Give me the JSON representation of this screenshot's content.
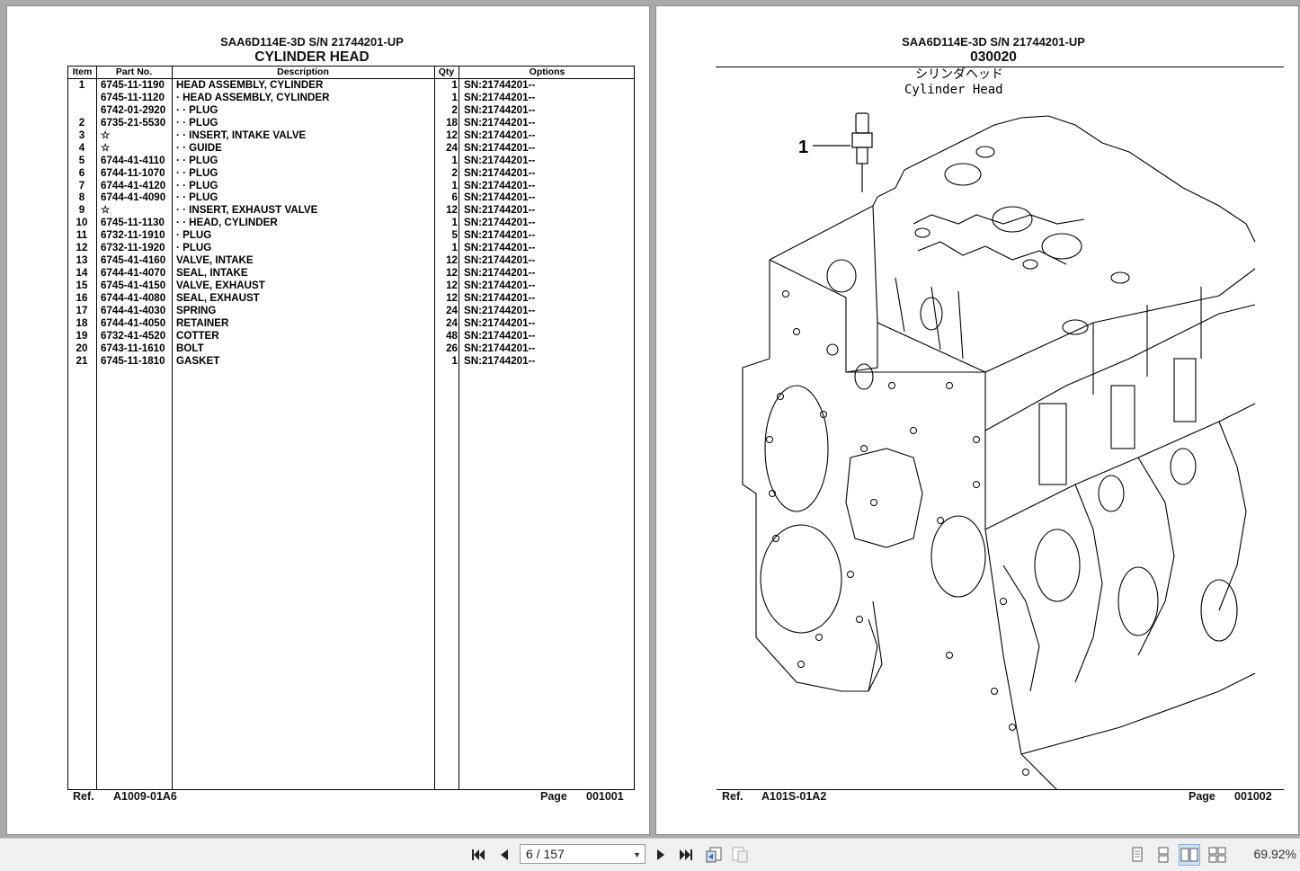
{
  "left_page": {
    "model": "SAA6D114E-3D S/N 21744201-UP",
    "title": "CYLINDER HEAD",
    "columns": [
      "Item",
      "Part No.",
      "Description",
      "Qty",
      "Options"
    ],
    "rows": [
      {
        "item": "1",
        "part": "6745-11-1190",
        "desc": "HEAD ASSEMBLY, CYLINDER",
        "qty": "1",
        "opt": "SN:21744201--"
      },
      {
        "item": "",
        "part": "6745-11-1120",
        "desc": "· HEAD ASSEMBLY, CYLINDER",
        "qty": "1",
        "opt": "SN:21744201--"
      },
      {
        "item": "",
        "part": "6742-01-2920",
        "desc": "· · PLUG",
        "qty": "2",
        "opt": "SN:21744201--"
      },
      {
        "item": "2",
        "part": "6735-21-5530",
        "desc": "· · PLUG",
        "qty": "18",
        "opt": "SN:21744201--"
      },
      {
        "item": "3",
        "part": "☆",
        "desc": "· · INSERT, INTAKE VALVE",
        "qty": "12",
        "opt": "SN:21744201--"
      },
      {
        "item": "4",
        "part": "☆",
        "desc": "· · GUIDE",
        "qty": "24",
        "opt": "SN:21744201--"
      },
      {
        "item": "5",
        "part": "6744-41-4110",
        "desc": "· · PLUG",
        "qty": "1",
        "opt": "SN:21744201--"
      },
      {
        "item": "6",
        "part": "6744-11-1070",
        "desc": "· · PLUG",
        "qty": "2",
        "opt": "SN:21744201--"
      },
      {
        "item": "7",
        "part": "6744-41-4120",
        "desc": "· · PLUG",
        "qty": "1",
        "opt": "SN:21744201--"
      },
      {
        "item": "8",
        "part": "6744-41-4090",
        "desc": "· · PLUG",
        "qty": "6",
        "opt": "SN:21744201--"
      },
      {
        "item": "9",
        "part": "☆",
        "desc": "· · INSERT, EXHAUST VALVE",
        "qty": "12",
        "opt": "SN:21744201--"
      },
      {
        "item": "10",
        "part": "6745-11-1130",
        "desc": "· · HEAD, CYLINDER",
        "qty": "1",
        "opt": "SN:21744201--"
      },
      {
        "item": "11",
        "part": "6732-11-1910",
        "desc": "· PLUG",
        "qty": "5",
        "opt": "SN:21744201--"
      },
      {
        "item": "12",
        "part": "6732-11-1920",
        "desc": "· PLUG",
        "qty": "1",
        "opt": "SN:21744201--"
      },
      {
        "item": "13",
        "part": "6745-41-4160",
        "desc": "VALVE, INTAKE",
        "qty": "12",
        "opt": "SN:21744201--"
      },
      {
        "item": "14",
        "part": "6744-41-4070",
        "desc": "SEAL, INTAKE",
        "qty": "12",
        "opt": "SN:21744201--"
      },
      {
        "item": "15",
        "part": "6745-41-4150",
        "desc": "VALVE, EXHAUST",
        "qty": "12",
        "opt": "SN:21744201--"
      },
      {
        "item": "16",
        "part": "6744-41-4080",
        "desc": "SEAL, EXHAUST",
        "qty": "12",
        "opt": "SN:21744201--"
      },
      {
        "item": "17",
        "part": "6744-41-4030",
        "desc": "SPRING",
        "qty": "24",
        "opt": "SN:21744201--"
      },
      {
        "item": "18",
        "part": "6744-41-4050",
        "desc": "RETAINER",
        "qty": "24",
        "opt": "SN:21744201--"
      },
      {
        "item": "19",
        "part": "6732-41-4520",
        "desc": "COTTER",
        "qty": "48",
        "opt": "SN:21744201--"
      },
      {
        "item": "20",
        "part": "6743-11-1610",
        "desc": "BOLT",
        "qty": "26",
        "opt": "SN:21744201--"
      },
      {
        "item": "21",
        "part": "6745-11-1810",
        "desc": "GASKET",
        "qty": "1",
        "opt": "SN:21744201--"
      }
    ],
    "ref_label": "Ref.",
    "ref_value": "A1009-01A6",
    "page_label": "Page",
    "page_value": "001001"
  },
  "right_page": {
    "model": "SAA6D114E-3D S/N 21744201-UP",
    "code": "030020",
    "drawing_label_jp": "シリンダヘッド",
    "drawing_label_en": "Cylinder Head",
    "callout": "1",
    "ref_label": "Ref.",
    "ref_value": "A101S-01A2",
    "page_label": "Page",
    "page_value": "001002"
  },
  "toolbar": {
    "page_indicator": "6 / 157",
    "zoom": "69.92%"
  }
}
